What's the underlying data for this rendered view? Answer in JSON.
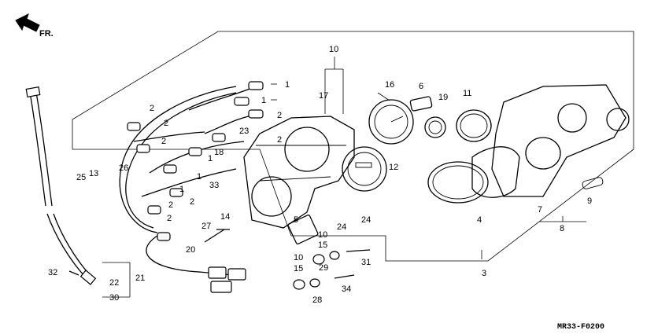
{
  "direction_label": "FR.",
  "diagram_code": "MR33-F0200",
  "callouts": [
    "1",
    "2",
    "3",
    "4",
    "5",
    "6",
    "7",
    "8",
    "9",
    "10",
    "11",
    "12",
    "13",
    "14",
    "15",
    "16",
    "17",
    "18",
    "19",
    "20",
    "21",
    "22",
    "23",
    "24",
    "25",
    "26",
    "27",
    "28",
    "29",
    "30",
    "31",
    "32",
    "33",
    "34"
  ]
}
